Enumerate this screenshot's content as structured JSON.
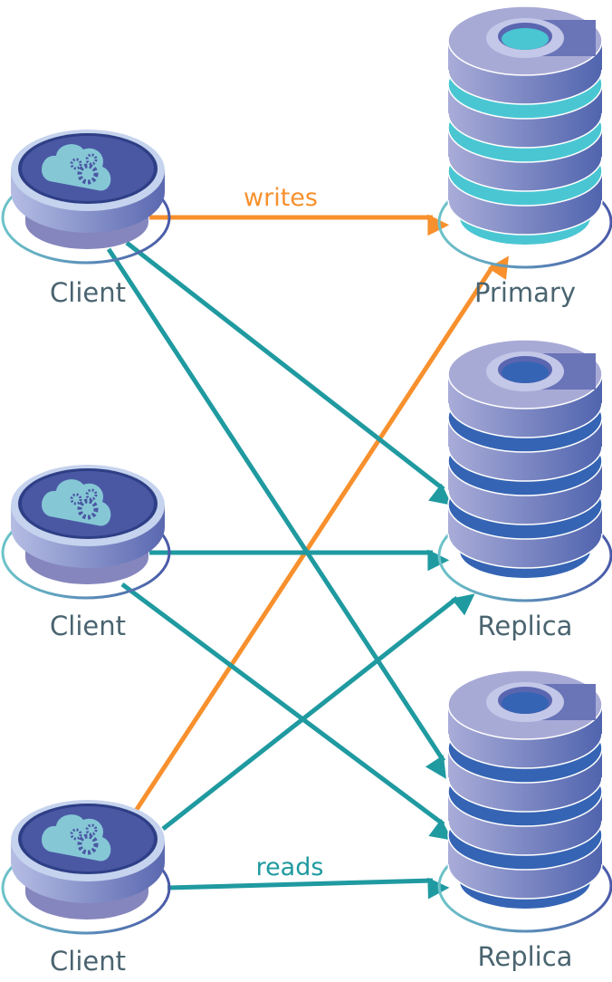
{
  "colors": {
    "write": "#f7902d",
    "read": "#1f9aa0",
    "label": "#4a6470",
    "primary_core": "#4ac6d3",
    "replica_core": "#3564b4",
    "disc": "#a6a8d6",
    "client_face": "#4a58a4",
    "cloud": "#86c7d6"
  },
  "nodes": {
    "clients": [
      {
        "label": "Client",
        "icon": "cloud-gears-icon"
      },
      {
        "label": "Client",
        "icon": "cloud-gears-icon"
      },
      {
        "label": "Client",
        "icon": "cloud-gears-icon"
      }
    ],
    "databases": [
      {
        "label": "Primary",
        "icon": "database-stack-icon"
      },
      {
        "label": "Replica",
        "icon": "database-stack-icon"
      },
      {
        "label": "Replica",
        "icon": "database-stack-icon"
      }
    ]
  },
  "edges": [
    {
      "from": "Client 1",
      "to": "Primary",
      "type": "write",
      "label": "writes"
    },
    {
      "from": "Client 1",
      "to": "Replica 1",
      "type": "read"
    },
    {
      "from": "Client 1",
      "to": "Replica 2",
      "type": "read"
    },
    {
      "from": "Client 2",
      "to": "Replica 1",
      "type": "read"
    },
    {
      "from": "Client 2",
      "to": "Replica 2",
      "type": "read"
    },
    {
      "from": "Client 3",
      "to": "Primary",
      "type": "write"
    },
    {
      "from": "Client 3",
      "to": "Replica 1",
      "type": "read"
    },
    {
      "from": "Client 3",
      "to": "Replica 2",
      "type": "read",
      "label": "reads"
    }
  ]
}
